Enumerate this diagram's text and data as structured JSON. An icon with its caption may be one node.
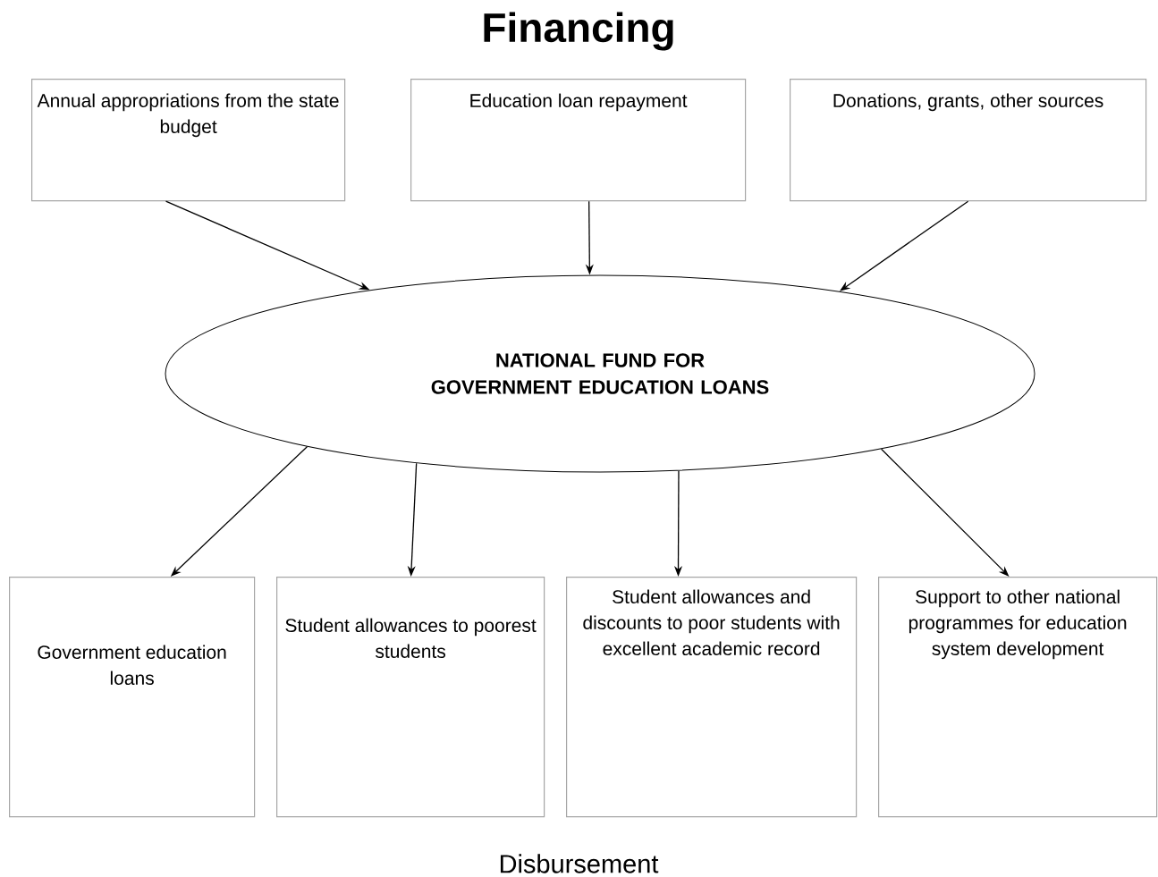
{
  "diagram": {
    "title": "Financing",
    "nodes": [
      {
        "text": [
          "Annual appropriations from the state budget"
        ]
      },
      {
        "text": [
          "Education loan repayment"
        ]
      },
      {
        "text": [
          "Donations, grants, other sources"
        ]
      },
      {
        "text": [
          "NATIONAL FUND FOR GOVERNMENT EDUCATION LOANS"
        ]
      },
      {
        "text": [
          "Government education loans"
        ]
      },
      {
        "text": [
          "Student allowances to poorest students"
        ]
      },
      {
        "text": [
          "Student allowances and discounts to poor students with excellent academic record"
        ]
      },
      {
        "text": [
          "Support to other national programmes for education system development"
        ]
      }
    ],
    "edges": [
      {
        "from": 0,
        "to": 3,
        "arrow": "to"
      },
      {
        "from": 1,
        "to": 3,
        "arrow": "to"
      },
      {
        "from": 2,
        "to": 3,
        "arrow": "to"
      },
      {
        "from": 3,
        "to": 4,
        "arrow": "to"
      },
      {
        "from": 3,
        "to": 5,
        "arrow": "to"
      },
      {
        "from": 3,
        "to": 6,
        "arrow": "to"
      },
      {
        "from": 3,
        "to": 7,
        "arrow": "to"
      }
    ],
    "labels": [
      "Disbursement"
    ]
  }
}
